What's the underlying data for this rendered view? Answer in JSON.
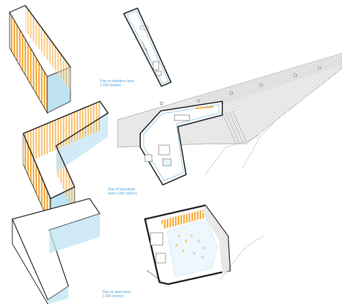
{
  "captions": {
    "exhibition": {
      "line1": "Plan of exhibition level",
      "line2": "1:250 (metric)"
    },
    "boardwalk": {
      "line1": "Plan of boardwalk",
      "line2": "level 1:250 (metric)"
    },
    "street": {
      "line1": "Plan of street level",
      "line2": "1:300 (metric)"
    }
  },
  "colors": {
    "stripe_orange": "#f2a93b",
    "glass_blue": "#bfe3f2",
    "outline": "#1a1a1a",
    "hatch_gray": "#9a9a9a",
    "caption_blue": "#4a9fd6"
  }
}
